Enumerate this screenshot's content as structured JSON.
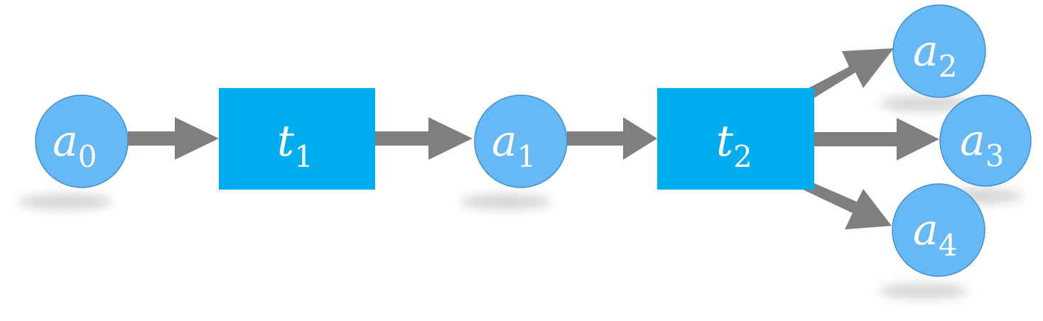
{
  "colors": {
    "state_fill": "#66b9f5",
    "state_stroke": "#3f8fd6",
    "transition_fill": "#00aeef",
    "arrow": "#7f7f7f",
    "label": "#ffffff",
    "shadow": "#d6d6d6"
  },
  "nodes": [
    {
      "id": "a0",
      "kind": "state",
      "base": "a",
      "sub": "0"
    },
    {
      "id": "t1",
      "kind": "transition",
      "base": "t",
      "sub": "1"
    },
    {
      "id": "a1",
      "kind": "state",
      "base": "a",
      "sub": "1"
    },
    {
      "id": "t2",
      "kind": "transition",
      "base": "t",
      "sub": "2"
    },
    {
      "id": "a2",
      "kind": "state",
      "base": "a",
      "sub": "2"
    },
    {
      "id": "a3",
      "kind": "state",
      "base": "a",
      "sub": "3"
    },
    {
      "id": "a4",
      "kind": "state",
      "base": "a",
      "sub": "4"
    }
  ],
  "edges": [
    {
      "from": "a0",
      "to": "t1"
    },
    {
      "from": "t1",
      "to": "a1"
    },
    {
      "from": "a1",
      "to": "t2"
    },
    {
      "from": "t2",
      "to": "a2"
    },
    {
      "from": "t2",
      "to": "a3"
    },
    {
      "from": "t2",
      "to": "a4"
    }
  ]
}
